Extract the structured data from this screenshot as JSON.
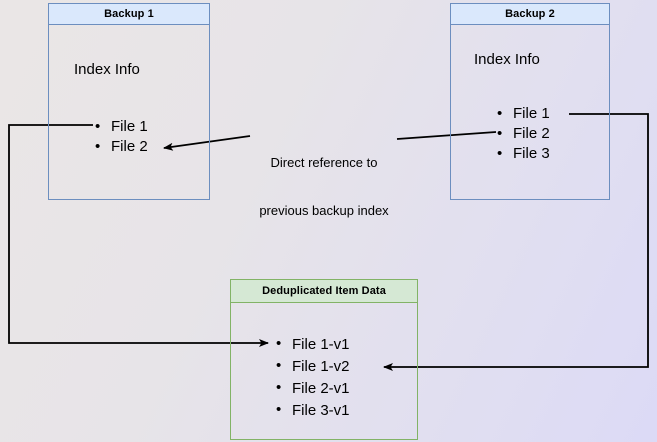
{
  "diagram": {
    "title_hidden": "Backup deduplication index reference diagram",
    "background": {
      "gradient_from": "#eae6e6",
      "gradient_to": "#dcdaf6"
    },
    "colors": {
      "blue_border": "#6c8ebf",
      "blue_header_fill": "#dae8fc",
      "green_border": "#82b366",
      "green_header_fill": "#d5e8d4",
      "connector": "#000000"
    },
    "boxes": [
      {
        "id": "backup-1",
        "title": "Backup 1",
        "section_label": "Index Info",
        "items": [
          "File 1",
          "File 2"
        ]
      },
      {
        "id": "backup-2",
        "title": "Backup 2",
        "section_label": "Index Info",
        "items": [
          "File 1",
          "File 2",
          "File 3"
        ]
      },
      {
        "id": "deduplicated-item-data",
        "title": "Deduplicated Item Data",
        "items": [
          "File 1-v1",
          "File 1-v2",
          "File 2-v1",
          "File 3-v1"
        ]
      }
    ],
    "annotations": [
      {
        "id": "direct-reference",
        "line1": "Direct reference to",
        "line2": "previous backup index"
      }
    ]
  }
}
